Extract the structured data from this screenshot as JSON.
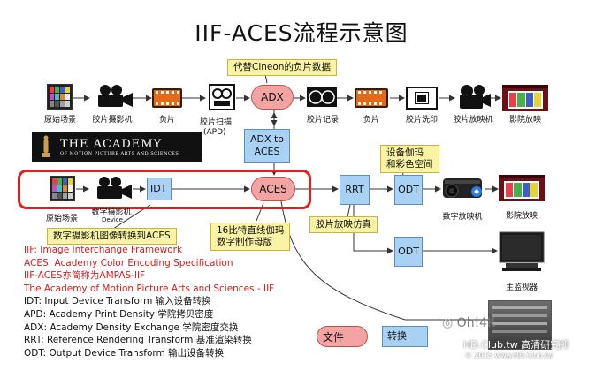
{
  "title": "IIF-ACES流程示意图",
  "top_row": {
    "scene_label": "原始场景",
    "camera_label": "胶片摄影机",
    "film1_label": "负片",
    "scan_label": "胶片扫描",
    "scan_sub": "(APD)",
    "adx_label": "ADX",
    "record_label": "胶片记录",
    "film2_label": "负片",
    "print_label": "胶片洗印",
    "projector_label": "胶片放映机",
    "cinema_label": "影院放映"
  },
  "callouts": {
    "cineon": "代替Cineon的负片数据",
    "digital_to_aces": "数字摄影机图像转换到ACES",
    "linear_gamma": "16比特直线伽玛",
    "linear_gamma_2": "数字制作母版",
    "gamma_color": "设备伽玛",
    "gamma_color_2": "和彩色空间",
    "film_projection": "胶片放映仿真"
  },
  "boxes": {
    "adx_to_aces_1": "ADX to",
    "adx_to_aces_2": "ACES",
    "idt": "IDT",
    "aces": "ACES",
    "rrt": "RRT",
    "odt1": "ODT",
    "odt2": "ODT"
  },
  "academy": {
    "line1": "THE ACADEMY",
    "line2": "OF MOTION PICTURE ARTS AND SCIENCES"
  },
  "mid_row": {
    "scene_label": "原始场景",
    "camera_label": "数字摄影机",
    "camera_sub": "Device",
    "projector_label": "数字放映机",
    "cinema_label": "影院放映",
    "monitor_label": "主监视器"
  },
  "legend": {
    "red_lines": [
      "IIF: Image Interchange Framework",
      "ACES: Academy Color Encoding Specification",
      "IIF-ACES亦简称为AMPAS-IIF",
      "The Academy of Motion Picture Arts and Sciences - IIF"
    ],
    "black_lines": [
      "IDT: Input Device Transform 输入设备转换",
      "APD: Academy Print Density 学院拷贝密度",
      "ADX: Academy Density Exchange 学院密度交换",
      "RRT: Reference Rendering Transform 基准渲染转换",
      "ODT: Output Device Transform 输出设备转换"
    ]
  },
  "key": {
    "file_label": "文件",
    "transform_label": "转换"
  },
  "watermark": {
    "line1": "Oh!4K",
    "line2": "HD.Club.tw",
    "line2b": "高清研究所",
    "line3": "© 2015  www.HD.Club.tw"
  },
  "colors": {
    "file_box": "#f4a3a3",
    "transform_box": "#a9d1f4",
    "callout": "#faf3a4",
    "highlight": "#e02020"
  }
}
